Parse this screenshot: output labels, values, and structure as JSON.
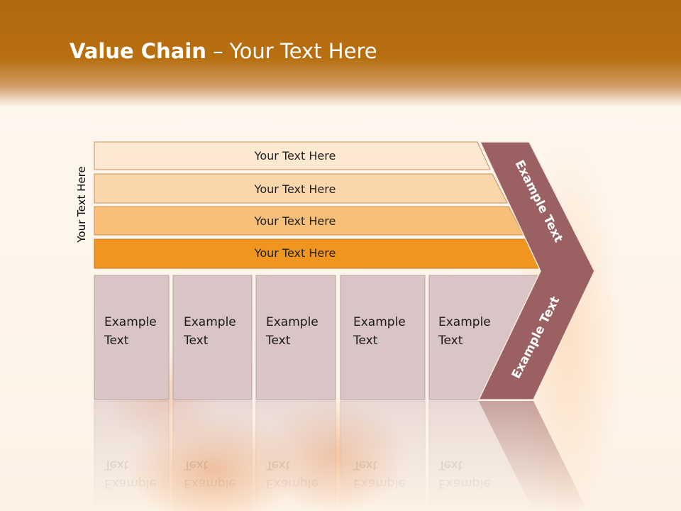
{
  "title": {
    "bold": "Value Chain",
    "rest": " – Your Text Here"
  },
  "side_label": "Your Text Here",
  "bars": [
    {
      "label": "Your Text Here"
    },
    {
      "label": "Your Text Here"
    },
    {
      "label": "Your Text Here"
    },
    {
      "label": "Your Text Here"
    }
  ],
  "boxes": [
    {
      "line1": "Example",
      "line2": "Text"
    },
    {
      "line1": "Example",
      "line2": "Text"
    },
    {
      "line1": "Example",
      "line2": "Text"
    },
    {
      "line1": "Example",
      "line2": "Text"
    },
    {
      "line1": "Example",
      "line2": "Text"
    }
  ],
  "arrow_labels": {
    "upper": "Example Text",
    "lower": "Example Text"
  },
  "colors": {
    "header": "#b46c10",
    "bar1": "#fde9d2",
    "bar2": "#fad6ab",
    "bar3": "#f7bf78",
    "bar4": "#f0951f",
    "box": "#d9c4c6",
    "arrow": "#9a6062"
  }
}
